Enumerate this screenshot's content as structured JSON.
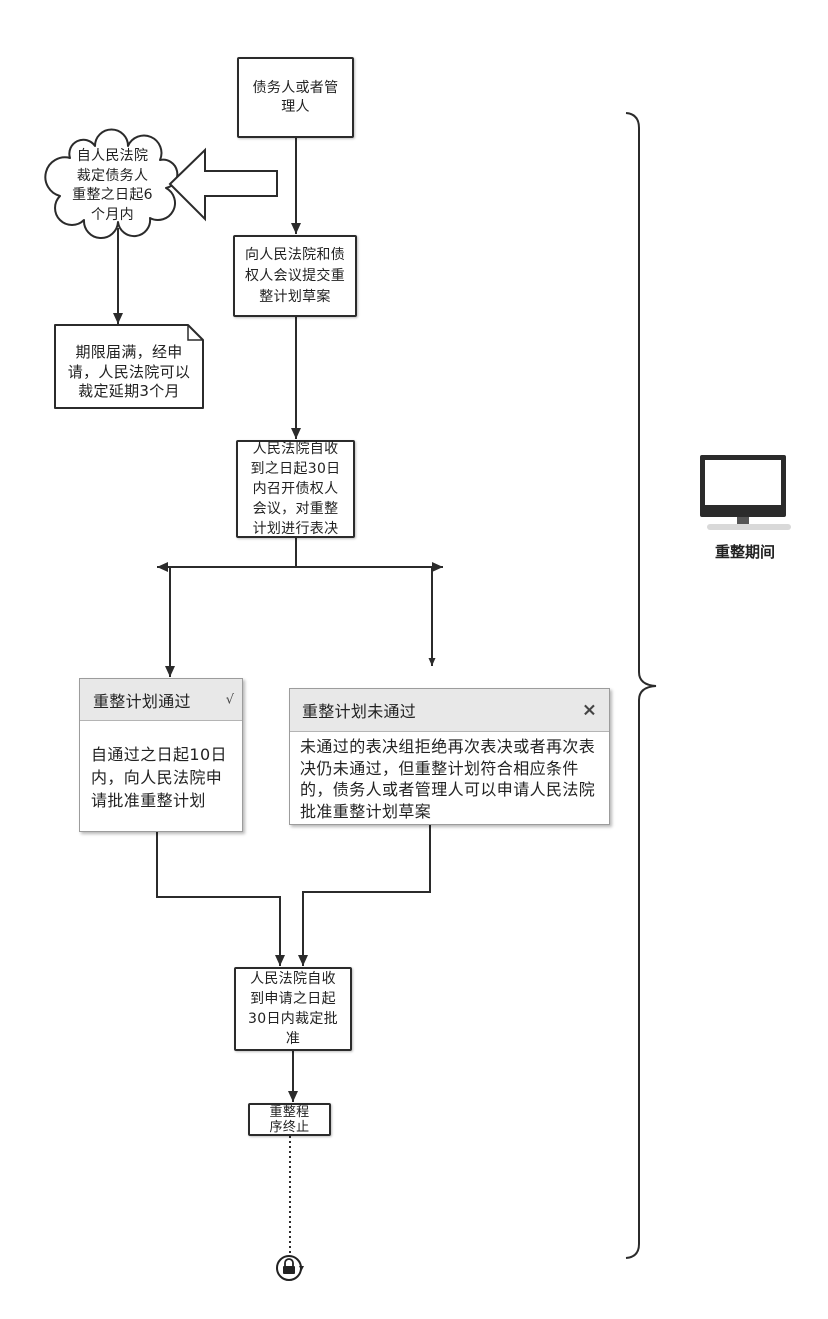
{
  "diagram": {
    "start": {
      "text": "债务人或者管\n理人"
    },
    "deadline_cloud": {
      "text": "自人民法院\n裁定债务人\n重整之日起6\n个月内"
    },
    "extension_note": {
      "text": "期限届满，经申\n请，人民法院可以\n裁定延期3个月"
    },
    "submit_plan": {
      "text": "向人民法院和债\n权人会议提交重\n整计划草案"
    },
    "creditors_meeting": {
      "text": "人民法院自收\n到之日起30日\n内召开债权人\n会议，对重整\n计划进行表决"
    },
    "plan_passed": {
      "header": "重整计划通过",
      "mark": "√",
      "body": "自通过之日起10日\n内，向人民法院申\n请批准重整计划"
    },
    "plan_failed": {
      "header": "重整计划未通过",
      "mark": "×",
      "body": "未通过的表决组拒绝再次表决或者再次表\n决仍未通过，但重整计划符合相应条件\n的，债务人或者管理人可以申请人民法院\n批准重整计划草案"
    },
    "court_approval": {
      "text": "人民法院自收\n到申请之日起\n30日内裁定批\n准"
    },
    "termination": {
      "text": "重整程\n序终止"
    }
  },
  "period": {
    "label": "重整期间",
    "icon": "monitor-icon"
  },
  "end_icon": "lock-icon",
  "colors": {
    "line": "#2b2b2b",
    "box_border": "#2b2b2b",
    "card_header": "#e8e8e8",
    "card_border": "#9c9c9c",
    "text": "#222222"
  }
}
